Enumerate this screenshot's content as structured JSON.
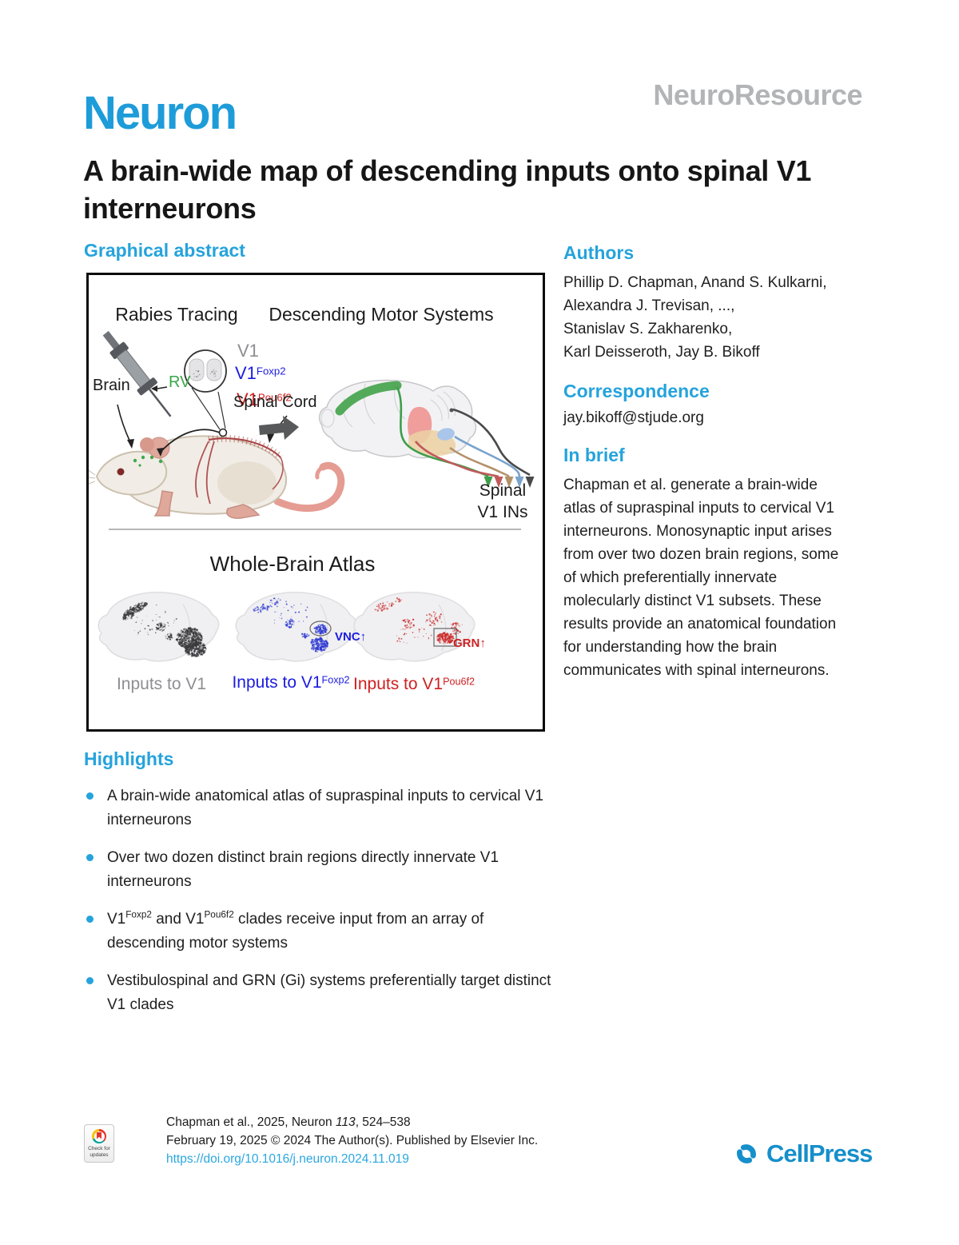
{
  "masthead": {
    "journal": "Neuron",
    "article_type": "NeuroResource"
  },
  "title": "A brain-wide map of descending inputs onto spinal V1 interneurons",
  "graphical_abstract": {
    "heading": "Graphical abstract",
    "panel_rabies": {
      "heading": "Rabies Tracing",
      "v1_label": "V1",
      "v1foxp2_base": "V1",
      "v1foxp2_sup": "Foxp2",
      "v1pou6f2_base": "V1",
      "v1pou6f2_sup": "Pou6f2",
      "brain_label": "Brain",
      "rv_label": "RV",
      "spinal_cord_label": "Spinal Cord"
    },
    "panel_descending": {
      "heading": "Descending Motor Systems",
      "target_line1": "Spinal",
      "target_line2": "V1 INs"
    },
    "panel_atlas": {
      "heading": "Whole-Brain Atlas",
      "label_v1": "Inputs to V1",
      "label_foxp2_base": "Inputs to V1",
      "label_foxp2_sup": "Foxp2",
      "label_pou6f2_base": "Inputs to V1",
      "label_pou6f2_sup": "Pou6f2",
      "vnc_label": "VNC",
      "vnc_arrow": "↑",
      "grn_label": "GRN",
      "grn_arrow": "↑"
    }
  },
  "authors": {
    "heading": "Authors",
    "lines": [
      "Phillip D. Chapman, Anand S. Kulkarni,",
      "Alexandra J. Trevisan, ...,",
      "Stanislav S. Zakharenko,",
      "Karl Deisseroth, Jay B. Bikoff"
    ]
  },
  "correspondence": {
    "heading": "Correspondence",
    "email": "jay.bikoff@stjude.org"
  },
  "in_brief": {
    "heading": "In brief",
    "lines": [
      "Chapman et al. generate a brain-wide",
      "atlas of supraspinal inputs to cervical V1",
      "interneurons. Monosynaptic input arises",
      "from over two dozen brain regions, some",
      "of which preferentially innervate",
      "molecularly distinct V1 subsets. These",
      "results provide an anatomical foundation",
      "for understanding how the brain",
      "communicates with spinal interneurons."
    ]
  },
  "highlights": {
    "heading": "Highlights",
    "items": [
      {
        "text": "A brain-wide anatomical atlas of supraspinal inputs to cervical V1 interneurons"
      },
      {
        "text": "Over two dozen distinct brain regions directly innervate V1 interneurons"
      },
      {
        "pre": "V1",
        "sup1": "Foxp2",
        "mid": " and V1",
        "sup2": "Pou6f2",
        "post": " clades receive input from an array of descending motor systems"
      },
      {
        "text": "Vestibulospinal and GRN (Gi) systems preferentially target distinct V1 clades"
      }
    ]
  },
  "footer": {
    "citation": {
      "pre": "Chapman et al., 2025, Neuron ",
      "volume": "113",
      "pages": ", 524–538"
    },
    "copyright": "February 19, 2025 © 2024 The Author(s). Published by Elsevier Inc.",
    "doi": "https://doi.org/10.1016/j.neuron.2024.11.019",
    "update_badge": {
      "line1": "Check for",
      "line2": "updates"
    },
    "publisher": "CellPress"
  },
  "colors": {
    "accent_blue": "#25A3DC",
    "logo_blue": "#1E9CD9",
    "type_gray": "#B2B4B6",
    "foxp2_blue": "#1C1CE0",
    "pou6f2_red": "#CE2121",
    "rv_green": "#3BA549",
    "link_blue": "#2BA7E0",
    "publisher_blue": "#168FCB"
  }
}
